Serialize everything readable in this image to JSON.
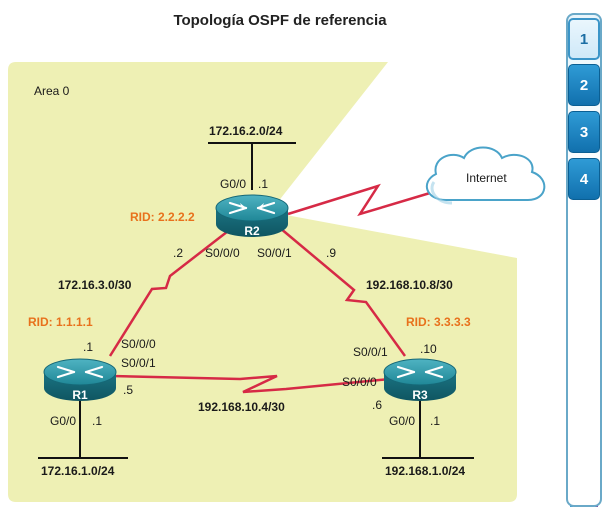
{
  "title": "Topología OSPF de referencia",
  "area_label": "Area 0",
  "internet_label": "Internet",
  "routers": {
    "r1": {
      "name": "R1",
      "rid": "RID: 1.1.1.1"
    },
    "r2": {
      "name": "R2",
      "rid": "RID: 2.2.2.2"
    },
    "r3": {
      "name": "R3",
      "rid": "RID: 3.3.3.3"
    }
  },
  "networks": {
    "lan_r2": "172.16.2.0/24",
    "lan_r1": "172.16.1.0/24",
    "lan_r3": "192.168.1.0/24",
    "r1_r2": "172.16.3.0/30",
    "r2_r3": "192.168.10.8/30",
    "r1_r3": "192.168.10.4/30"
  },
  "interfaces": {
    "r2_g00": "G0/0",
    "r2_g00_ip": ".1",
    "r2_s000": "S0/0/0",
    "r2_s001": "S0/0/1",
    "r2_s000_ip": ".2",
    "r2_s001_ip": ".9",
    "r1_s000": "S0/0/0",
    "r1_s001": "S0/0/1",
    "r1_s000_ip": ".1",
    "r1_s001_ip": ".5",
    "r1_g00": "G0/0",
    "r1_g00_ip": ".1",
    "r3_s001": "S0/0/1",
    "r3_s000": "S0/0/0",
    "r3_s001_ip": ".10",
    "r3_s000_ip": ".6",
    "r3_g00": "G0/0",
    "r3_g00_ip": ".1"
  },
  "nav_tabs": [
    "1",
    "2",
    "3",
    "4"
  ],
  "active_tab": "1",
  "colors": {
    "area_fill": "#eef0b4",
    "serial_link": "#d62a46",
    "router_body": "#1f7d8c",
    "rid_text": "#e8711c",
    "cloud_stroke": "#4aa3c9"
  }
}
